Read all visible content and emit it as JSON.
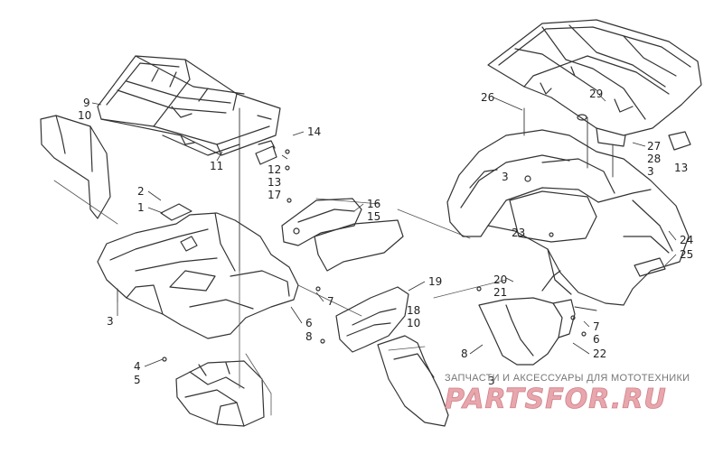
{
  "diagram": {
    "callouts": {
      "c9": "9",
      "c10a": "10",
      "c11": "11",
      "c14": "14",
      "c12": "12",
      "c13a": "13",
      "c17": "17",
      "c2": "2",
      "c1": "1",
      "c16": "16",
      "c15": "15",
      "c3a": "3",
      "c7a": "7",
      "c6a": "6",
      "c8a": "8",
      "c4": "4",
      "c5": "5",
      "c19": "19",
      "c18": "18",
      "c10b": "10",
      "c26": "26",
      "c29": "29",
      "c27": "27",
      "c28": "28",
      "c3b": "3",
      "c3c": "3",
      "c13b": "13",
      "c23": "23",
      "c24": "24",
      "c25": "25",
      "c20": "20",
      "c21": "21",
      "c7b": "7",
      "c6b": "6",
      "c22": "22",
      "c8b": "8",
      "c3d": "3"
    }
  },
  "watermark": {
    "tagline": "ЗАПЧАСТИ И АКСЕССУАРЫ ДЛЯ МОТОТЕХНИКИ",
    "brand": "PARTSFOR.RU",
    "color": "#e8a6ad"
  }
}
